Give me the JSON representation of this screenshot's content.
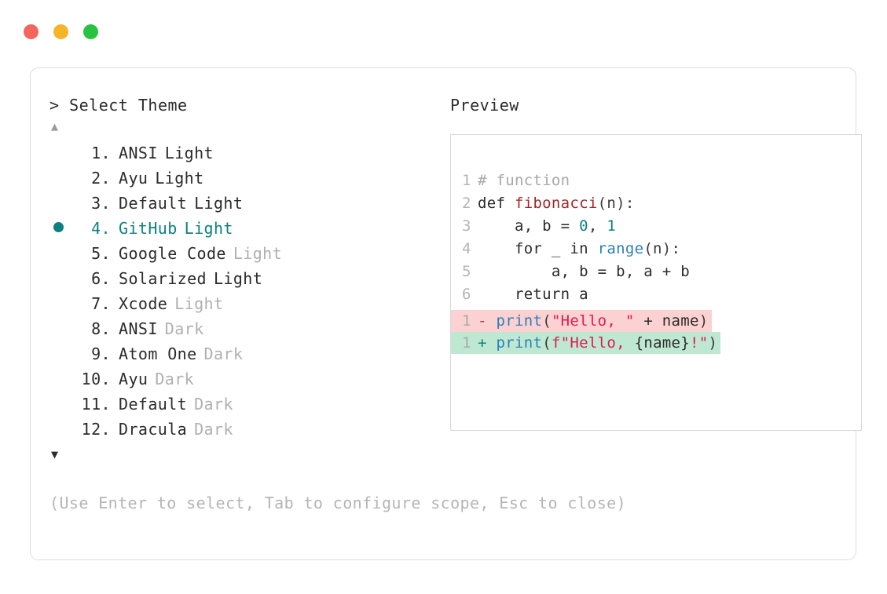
{
  "window": {
    "dots": [
      {
        "name": "close",
        "color": "#f4655d"
      },
      {
        "name": "minimize",
        "color": "#f6b529"
      },
      {
        "name": "maximize",
        "color": "#28c43f"
      }
    ]
  },
  "theme_picker": {
    "prompt": "> Select Theme",
    "scroll_up_glyph": "▲",
    "scroll_down_glyph": "▼",
    "selected_index": 4,
    "accent_color": "#0e8080",
    "muted_color": "#b0b0b0",
    "items": [
      {
        "index": "1.",
        "name": "ANSI",
        "variant": "Light",
        "variant_muted": false,
        "selected": false
      },
      {
        "index": "2.",
        "name": "Ayu",
        "variant": "Light",
        "variant_muted": false,
        "selected": false
      },
      {
        "index": "3.",
        "name": "Default",
        "variant": "Light",
        "variant_muted": false,
        "selected": false
      },
      {
        "index": "4.",
        "name": "GitHub",
        "variant": "Light",
        "variant_muted": false,
        "selected": true
      },
      {
        "index": "5.",
        "name": "Google Code",
        "variant": "Light",
        "variant_muted": true,
        "selected": false
      },
      {
        "index": "6.",
        "name": "Solarized",
        "variant": "Light",
        "variant_muted": false,
        "selected": false
      },
      {
        "index": "7.",
        "name": "Xcode",
        "variant": "Light",
        "variant_muted": true,
        "selected": false
      },
      {
        "index": "8.",
        "name": "ANSI",
        "variant": "Dark",
        "variant_muted": true,
        "selected": false
      },
      {
        "index": "9.",
        "name": "Atom One",
        "variant": "Dark",
        "variant_muted": true,
        "selected": false
      },
      {
        "index": "10.",
        "name": "Ayu",
        "variant": "Dark",
        "variant_muted": true,
        "selected": false
      },
      {
        "index": "11.",
        "name": "Default",
        "variant": "Dark",
        "variant_muted": true,
        "selected": false
      },
      {
        "index": "12.",
        "name": "Dracula",
        "variant": "Dark",
        "variant_muted": true,
        "selected": false
      }
    ]
  },
  "preview": {
    "title": "Preview",
    "code_lines": [
      {
        "n": "1",
        "tokens": [
          {
            "t": "# function",
            "c": "comment"
          }
        ]
      },
      {
        "n": "2",
        "tokens": [
          {
            "t": "def ",
            "c": "keyword"
          },
          {
            "t": "fibonacci",
            "c": "func"
          },
          {
            "t": "(n):",
            "c": "paren"
          }
        ]
      },
      {
        "n": "3",
        "tokens": [
          {
            "t": "    a, b = ",
            "c": "plain"
          },
          {
            "t": "0",
            "c": "number"
          },
          {
            "t": ", ",
            "c": "plain"
          },
          {
            "t": "1",
            "c": "number"
          }
        ]
      },
      {
        "n": "4",
        "tokens": [
          {
            "t": "    for _ in ",
            "c": "plain"
          },
          {
            "t": "range",
            "c": "builtin"
          },
          {
            "t": "(n):",
            "c": "paren"
          }
        ]
      },
      {
        "n": "5",
        "tokens": [
          {
            "t": "        a, b = b, a + b",
            "c": "plain"
          }
        ]
      },
      {
        "n": "6",
        "tokens": [
          {
            "t": "    return a",
            "c": "plain"
          }
        ]
      }
    ],
    "diff_lines": [
      {
        "n": "1",
        "kind": "del",
        "sign": "-",
        "bg": "#fbd1d1",
        "tokens": [
          {
            "t": "print",
            "c": "builtin"
          },
          {
            "t": "(",
            "c": "paren"
          },
          {
            "t": "\"Hello, \"",
            "c": "string"
          },
          {
            "t": " + name",
            "c": "plain"
          },
          {
            "t": ")",
            "c": "paren"
          }
        ]
      },
      {
        "n": "1",
        "kind": "add",
        "sign": "+",
        "bg": "#bfe8d2",
        "tokens": [
          {
            "t": "print",
            "c": "builtin"
          },
          {
            "t": "(",
            "c": "paren"
          },
          {
            "t": "f\"Hello, ",
            "c": "string"
          },
          {
            "t": "{name}",
            "c": "plain"
          },
          {
            "t": "!\"",
            "c": "string"
          },
          {
            "t": ")",
            "c": "paren"
          }
        ]
      }
    ]
  },
  "footer": {
    "hint": "(Use Enter to select, Tab to configure scope, Esc to close)"
  }
}
